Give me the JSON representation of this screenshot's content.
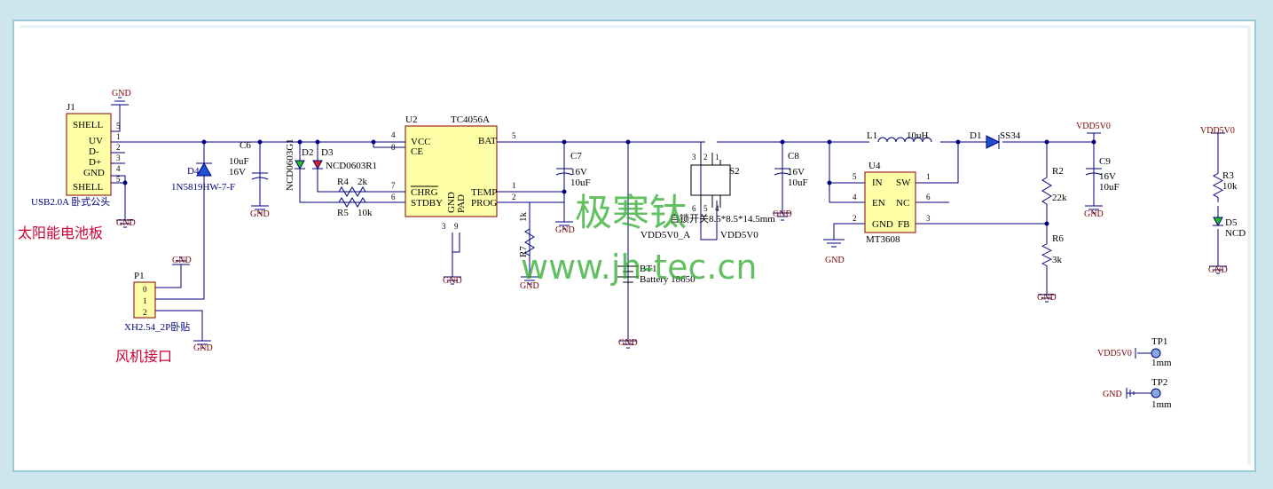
{
  "title": "",
  "colors": {
    "wire": "#000080",
    "label": "#800000",
    "chip_fill": "#ffffa8",
    "watermark": "#2eaa2e",
    "note_red": "#cc0033",
    "border": "#ffffff"
  },
  "watermark": {
    "cn": "极寒钛",
    "url": "www.jh-tec.cn"
  },
  "notes": {
    "solar": "太阳能电池板",
    "fan": "风机接口"
  },
  "j1": {
    "ref": "J1",
    "part": "USB2.0A 卧式公头",
    "pins": [
      "SHELL",
      "UV",
      "D-",
      "D+",
      "GND",
      "SHELL"
    ],
    "pin_nums": [
      "5",
      "1",
      "2",
      "3",
      "4",
      "5"
    ]
  },
  "p1": {
    "ref": "P1",
    "part": "XH2.54_2P卧贴",
    "pins": [
      "0",
      "1",
      "2"
    ]
  },
  "d4": {
    "ref": "D4",
    "part": "1N5819HW-7-F"
  },
  "c6": {
    "ref": "C6",
    "v1": "10uF",
    "v2": "16V"
  },
  "d2": {
    "ref": "D2",
    "part": "NCD0603G1"
  },
  "d3": {
    "ref": "D3",
    "part": "NCD0603R1"
  },
  "r4": {
    "ref": "R4",
    "val": "2k"
  },
  "r5": {
    "ref": "R5",
    "val": "10k"
  },
  "u2": {
    "ref": "U2",
    "part": "TC4056A",
    "left": [
      "VCC",
      "CE",
      "CHRG",
      "STDBY"
    ],
    "left_nums": [
      "4",
      "8",
      "7",
      "6"
    ],
    "right": [
      "BAT",
      "TEMP",
      "PROG"
    ],
    "right_nums": [
      "5",
      "1",
      "2"
    ],
    "bottom": [
      "GND",
      "PAD"
    ],
    "bottom_nums": [
      "3",
      "9"
    ]
  },
  "r7": {
    "ref": "R7",
    "val": "1k"
  },
  "c7": {
    "ref": "C7",
    "v1": "16V",
    "v2": "10uF"
  },
  "bt1": {
    "ref": "BT1",
    "part": "Battery 18650"
  },
  "s2": {
    "ref": "S2",
    "part": "自锁开关8.5*8.5*14.5mm",
    "nets": [
      "VDD5V0_A",
      "VDD5V0"
    ],
    "pins": [
      "3",
      "2",
      "1",
      "6",
      "5",
      "4"
    ]
  },
  "c8": {
    "ref": "C8",
    "v1": "16V",
    "v2": "10uF"
  },
  "l1": {
    "ref": "L1",
    "val": "10uH"
  },
  "d1": {
    "ref": "D1",
    "part": "SS34"
  },
  "u4": {
    "ref": "U4",
    "part": "MT3608",
    "left": [
      "IN",
      "EN",
      "GND"
    ],
    "left_nums": [
      "5",
      "4",
      "2"
    ],
    "right": [
      "SW",
      "NC",
      "FB"
    ],
    "right_nums": [
      "1",
      "6",
      "3"
    ]
  },
  "r2": {
    "ref": "R2",
    "val": "22k"
  },
  "r6": {
    "ref": "R6",
    "val": "3k"
  },
  "c9": {
    "ref": "C9",
    "v1": "16V",
    "v2": "10uF"
  },
  "r3": {
    "ref": "R3",
    "val": "10k"
  },
  "d5": {
    "ref": "D5",
    "part": "NCD"
  },
  "tp1": {
    "ref": "TP1",
    "net": "VDD5V0",
    "val": "1mm"
  },
  "tp2": {
    "ref": "TP2",
    "net": "GND",
    "val": "1mm"
  },
  "nets": {
    "gnd": "GND",
    "vdd": "VDD5V0"
  }
}
